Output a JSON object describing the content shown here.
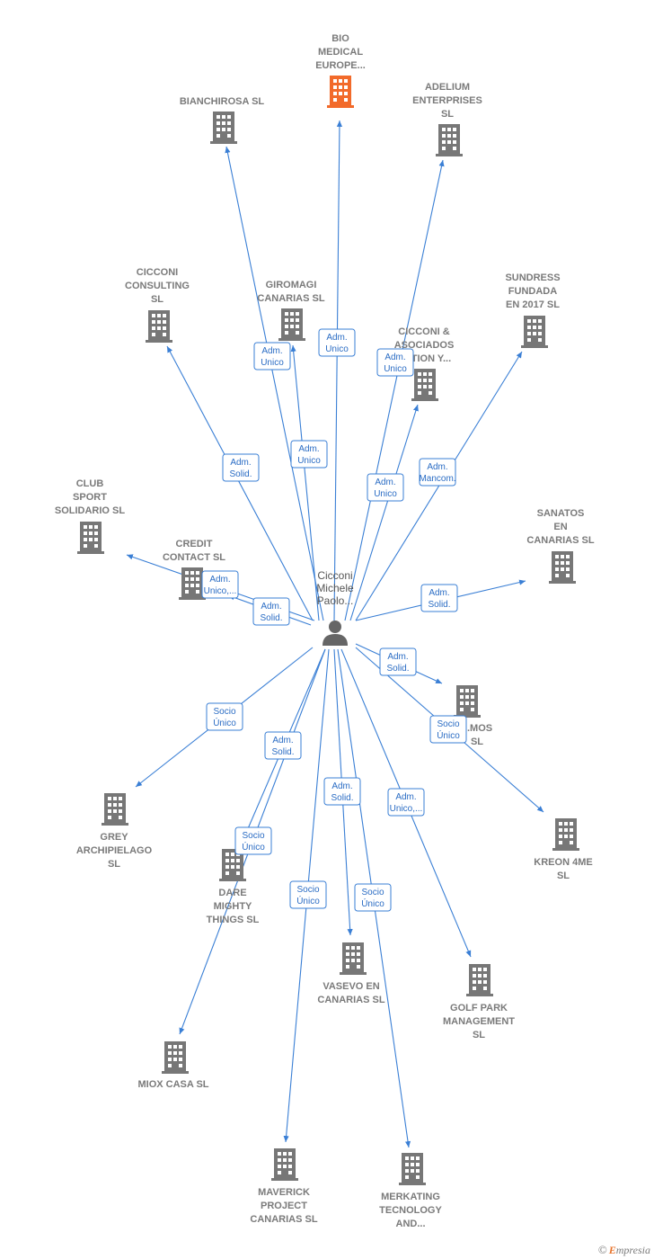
{
  "center": {
    "name": [
      "Cicconi",
      "Michele",
      "Paolo..."
    ]
  },
  "colors": {
    "building": "#777777",
    "highlight": "#f26a2a",
    "edge": "#3a7fd5"
  },
  "nodes": [
    {
      "id": "bio",
      "label": [
        "BIO",
        "MEDICAL",
        "EUROPE..."
      ],
      "highlight": true
    },
    {
      "id": "bianchirosa",
      "label": [
        "BIANCHIROSA SL"
      ]
    },
    {
      "id": "adelium",
      "label": [
        "ADELIUM",
        "ENTERPRISES",
        "SL"
      ]
    },
    {
      "id": "cicconi_consulting",
      "label": [
        "CICCONI",
        "CONSULTING",
        "SL"
      ]
    },
    {
      "id": "giromagi",
      "label": [
        "GIROMAGI",
        "CANARIAS SL"
      ]
    },
    {
      "id": "sundress",
      "label": [
        "SUNDRESS",
        "FUNDADA",
        "EN 2017 SL"
      ]
    },
    {
      "id": "cicconi_asociados",
      "label": [
        "CICCONI &",
        "ASOCIADOS",
        "ACTION Y..."
      ]
    },
    {
      "id": "club_sport",
      "label": [
        "CLUB",
        "SPORT",
        "SOLIDARIO SL"
      ]
    },
    {
      "id": "credit_contact",
      "label": [
        "CREDIT",
        "CONTACT SL"
      ]
    },
    {
      "id": "sanatos",
      "label": [
        "SANATOS",
        "EN",
        "CANARIAS SL"
      ]
    },
    {
      "id": "hidden_mos",
      "label": [
        "...MOS",
        "SL"
      ]
    },
    {
      "id": "kreon",
      "label": [
        "KREON 4ME",
        "SL"
      ]
    },
    {
      "id": "grey",
      "label": [
        "GREY",
        "ARCHIPIELAGO",
        "SL"
      ]
    },
    {
      "id": "dare",
      "label": [
        "DARE",
        "MIGHTY",
        "THINGS SL"
      ]
    },
    {
      "id": "vasevo",
      "label": [
        "VASEVO EN",
        "CANARIAS SL"
      ]
    },
    {
      "id": "golf",
      "label": [
        "GOLF PARK",
        "MANAGEMENT",
        "SL"
      ]
    },
    {
      "id": "miox",
      "label": [
        "MIOX CASA SL"
      ]
    },
    {
      "id": "maverick",
      "label": [
        "MAVERICK",
        "PROJECT",
        "CANARIAS SL"
      ]
    },
    {
      "id": "merkating",
      "label": [
        "MERKATING",
        "TECNOLOGY",
        "AND..."
      ]
    }
  ],
  "edges": [
    {
      "to": "bio",
      "role": [
        "Adm.",
        "Unico"
      ]
    },
    {
      "to": "bianchirosa",
      "role": [
        "Adm.",
        "Unico"
      ]
    },
    {
      "to": "adelium",
      "role": [
        "Adm.",
        "Unico"
      ]
    },
    {
      "to": "giromagi",
      "role": [
        "Adm.",
        "Unico"
      ]
    },
    {
      "to": "cicconi_consulting",
      "role": [
        "Adm.",
        "Solid."
      ]
    },
    {
      "to": "cicconi_asociados",
      "role": [
        "Adm.",
        "Unico"
      ]
    },
    {
      "to": "sundress",
      "role": [
        "Adm.",
        "Mancom."
      ]
    },
    {
      "to": "club_sport",
      "role": [
        "Adm.",
        "Unico,..."
      ]
    },
    {
      "to": "credit_contact",
      "role": [
        "Adm.",
        "Solid."
      ]
    },
    {
      "to": "sanatos",
      "role": [
        "Adm.",
        "Solid."
      ]
    },
    {
      "to": "hidden_mos",
      "role": [
        "Adm.",
        "Solid."
      ]
    },
    {
      "to": "kreon",
      "role": [
        "Socio",
        "Único"
      ]
    },
    {
      "to": "grey",
      "role": [
        "Socio",
        "Único"
      ]
    },
    {
      "to": "dare",
      "role": [
        "Adm.",
        "Solid."
      ]
    },
    {
      "to": "miox",
      "role": [
        "Socio",
        "Único"
      ]
    },
    {
      "to": "vasevo",
      "role": [
        "Adm.",
        "Solid."
      ]
    },
    {
      "to": "golf",
      "role": [
        "Adm.",
        "Unico,..."
      ]
    },
    {
      "to": "maverick",
      "role": [
        "Socio",
        "Único"
      ]
    },
    {
      "to": "merkating",
      "role": [
        "Socio",
        "Único"
      ]
    }
  ],
  "watermark": {
    "copyright": "©",
    "brand_initial": "E",
    "brand_rest": "mpresia"
  }
}
